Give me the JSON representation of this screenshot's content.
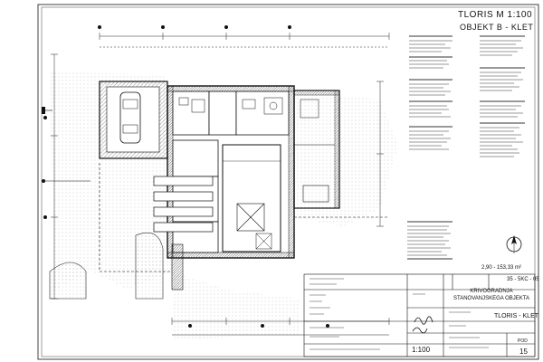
{
  "title_block": {
    "title": "TLORIS M 1:100",
    "subtitle": "OBJEKT B - KLET",
    "organisation_lines": [
      "KRIVOGRADNJA",
      "STANOVANJSKEGA OBJEKTA"
    ],
    "object": "TLORIS - KLET",
    "part": "35 - 5KC - 05",
    "scale": "1:100",
    "sheet_number": "15",
    "sheet_label": "POD",
    "scale_note": "2,90 - 153,33 m²"
  },
  "colors": {
    "ink": "#1a1a1a",
    "paper": "#ffffff",
    "hatch": "#4a4a4a",
    "fill_dark": "#2a2a2a"
  }
}
